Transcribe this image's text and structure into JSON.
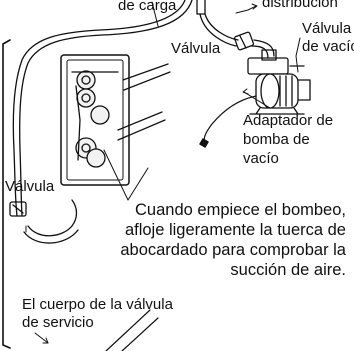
{
  "labels": {
    "carga": "de carga",
    "distribucion": "distribución",
    "valvula_top": "Válvula",
    "valvula_vacio_1": "Válvula",
    "valvula_vacio_2": "de vacío",
    "adaptador_1": "Adaptador de",
    "adaptador_2": "bomba de",
    "adaptador_3": "vacío",
    "valvula_left": "Válvula",
    "note_1": "Cuando empiece el bombeo,",
    "note_2": "afloje ligeramente la tuerca de",
    "note_3": "abocardado para comprobar la",
    "note_4": "succión de aire.",
    "body_1": "El cuerpo de la válvula",
    "body_2": "de servicio"
  },
  "colors": {
    "line": "#111111",
    "background": "#ffffff",
    "fill_light": "#f2f2f2"
  }
}
